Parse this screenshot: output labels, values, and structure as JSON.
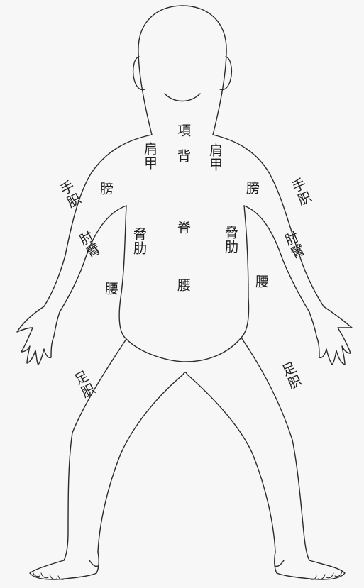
{
  "colors": {
    "background": "#f7f7f7",
    "ink": "#1e1e1e"
  },
  "labels": {
    "nape": "項",
    "back": "背",
    "shoulder_blade_left": "肩甲",
    "shoulder_blade_right": "肩甲",
    "spine": "脊",
    "waist_center": "腰",
    "flank_left": "脅肋",
    "flank_right": "脅肋",
    "waist_left": "腰",
    "waist_right": "腰",
    "upper_arm_left": "膀",
    "upper_arm_right": "膀",
    "forearm_left": "肘臂",
    "forearm_right": "肘臂",
    "hand_pulse_left": "手胑",
    "hand_pulse_right": "手胑",
    "foot_pulse_left": "足胑",
    "foot_pulse_right": "足胑"
  }
}
